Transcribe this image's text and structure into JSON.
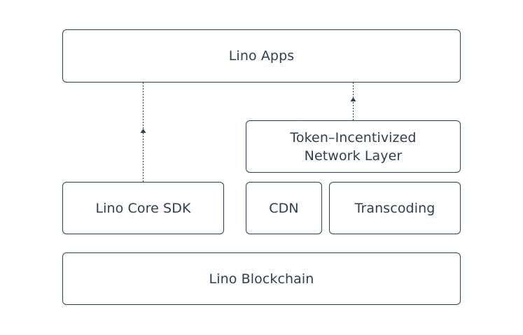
{
  "diagram": {
    "nodes": {
      "apps": "Lino Apps",
      "token_layer": "Token–Incentivized\nNetwork Layer",
      "core_sdk": "Lino Core SDK",
      "cdn": "CDN",
      "transcoding": "Transcoding",
      "blockchain": "Lino Blockchain"
    },
    "edges": [
      {
        "from": "core_sdk",
        "to": "apps",
        "style": "dashed-arrow"
      },
      {
        "from": "token_layer",
        "to": "apps",
        "style": "dashed-arrow"
      }
    ],
    "colors": {
      "stroke": "#2e3e4f",
      "text": "#2e3e4f",
      "background": "#ffffff"
    }
  }
}
